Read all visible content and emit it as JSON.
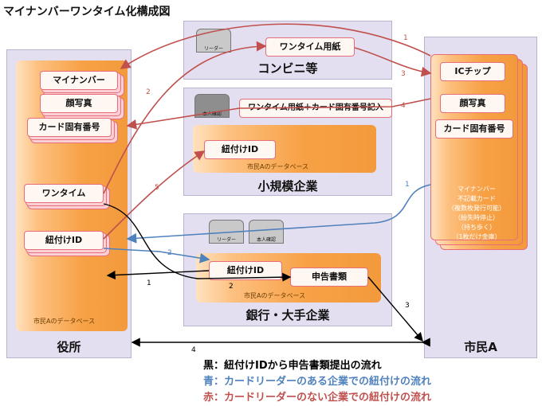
{
  "title": "マイナンバーワンタイム化構成図",
  "yakusho": {
    "label": "役所",
    "cards": [
      "マイナンバー",
      "顔写真",
      "カード固有番号",
      "ワンタイム",
      "紐付けID"
    ],
    "db_label": "市民Aのデータベース"
  },
  "konbini": {
    "label": "コンビニ等",
    "reader_label": "リーダー",
    "card": "ワンタイム用紙"
  },
  "small": {
    "label": "小規模企業",
    "reader_label": "本人確認",
    "card": "紐付けID",
    "db_label": "市民Aのデータベース",
    "paper": "ワンタイム用紙＋カード固有番号記入"
  },
  "bank": {
    "label": "銀行・大手企業",
    "reader_labels": [
      "リーダー",
      "本人確認"
    ],
    "cards": [
      "紐付けID",
      "申告書類"
    ],
    "db_label": "市民Aのデータベース"
  },
  "citizen": {
    "label": "市民A",
    "cards": [
      "ICチップ",
      "顔写真",
      "カード固有番号"
    ],
    "note_lines": [
      "マイナンバー",
      "不記載カード",
      "（複数枚発行可能）",
      "（紛失時停止）",
      "（持ち歩く）",
      "（1枚だけ金庫）"
    ]
  },
  "arrow_numbers": {
    "red": [
      "1",
      "2",
      "3",
      "4",
      "5"
    ],
    "blue": [
      "1",
      "2"
    ],
    "black": [
      "1",
      "2",
      "3",
      "4"
    ]
  },
  "legend": {
    "black": "黒：紐付けIDから申告書類提出の流れ",
    "blue": "青：カードリーダーのある企業での紐付けの流れ",
    "red": "赤：カードリーダーのない企業での紐付けの流れ"
  },
  "colors": {
    "red": "#c0504d",
    "blue": "#4f81bd",
    "black": "#000000",
    "panel": "#e4dff0",
    "orange": "#f7a146"
  }
}
